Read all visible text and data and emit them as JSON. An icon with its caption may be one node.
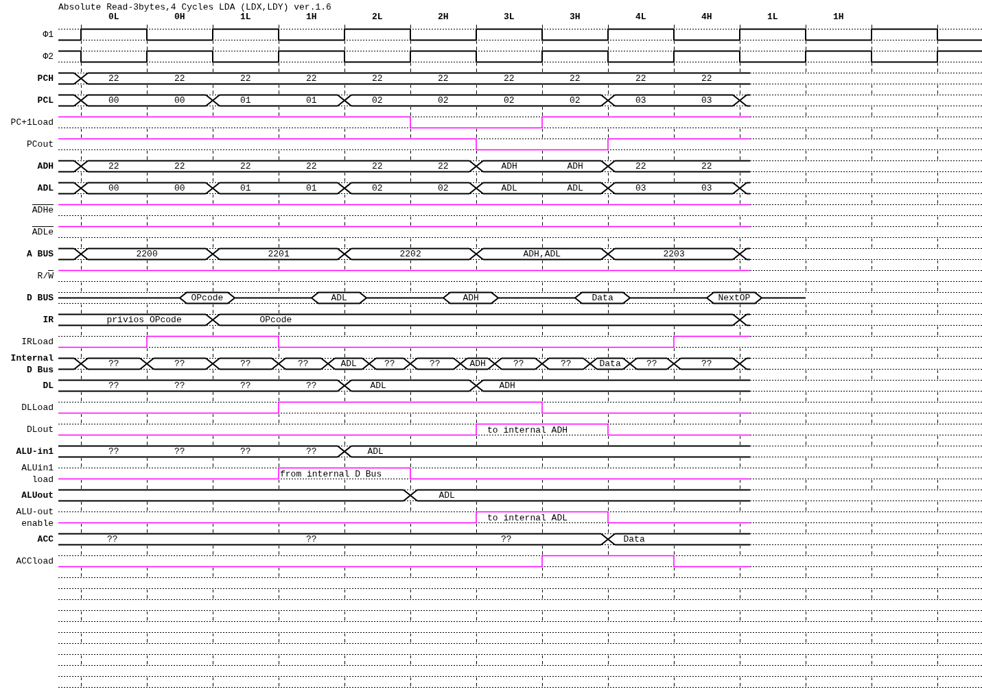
{
  "diagram": {
    "title": "Absolute Read-3bytes,4 Cycles LDA (LDX,LDY) ver.1.6",
    "labels": [
      "0L",
      "0H",
      "1L",
      "1H",
      "2L",
      "2H",
      "3L",
      "3H",
      "4L",
      "4H",
      "1L",
      "1H",
      "Φ1",
      "Φ2",
      "PCH",
      "22",
      "22",
      "22",
      "22",
      "22",
      "22",
      "22",
      "22",
      "22",
      "22",
      "PCL",
      "00",
      "00",
      "01",
      "01",
      "02",
      "02",
      "02",
      "02",
      "03",
      "03",
      "PC+1Load",
      "PCout",
      "ADH",
      "22",
      "22",
      "22",
      "22",
      "22",
      "22",
      "ADH",
      "ADH",
      "22",
      "22",
      "ADL",
      "00",
      "00",
      "01",
      "01",
      "02",
      "02",
      "ADL",
      "ADL",
      "03",
      "03",
      "ADHe",
      "ADLe",
      "A BUS",
      "2200",
      "2201",
      "2202",
      "ADH,ADL",
      "2203",
      "R/W",
      "D BUS",
      "OPcode",
      "ADL",
      "ADH",
      "Data",
      "NextOP",
      "IR",
      "privios OPcode",
      "OPcode",
      "IRLoad",
      "Internal D Bus",
      "??",
      "??",
      "??",
      "??",
      "ADL",
      "??",
      "??",
      "ADH",
      "??",
      "??",
      "Data",
      "??",
      "??",
      "DL",
      "??",
      "??",
      "??",
      "??",
      "ADL",
      "ADH",
      "DLLoad",
      "DLout",
      "to internal ADH",
      "ALU-in1",
      "??",
      "??",
      "??",
      "??",
      "ADL",
      "ALUin1 load",
      "from internal D Bus",
      "ALUout",
      "ADL",
      "ALU-out enable",
      "to internal ADL",
      "ACC",
      "??",
      "??",
      "??",
      "Data",
      "ACCload"
    ]
  }
}
